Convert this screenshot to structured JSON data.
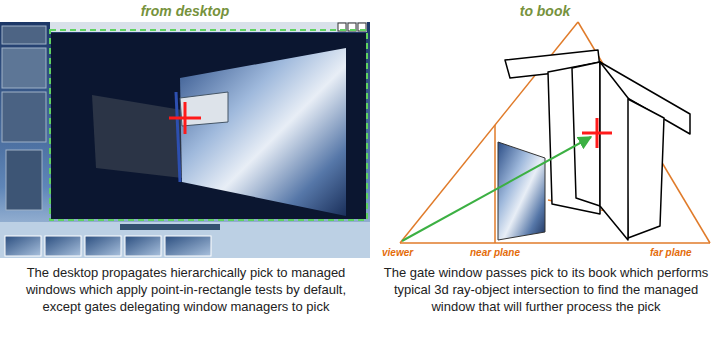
{
  "diagram": {
    "labels": [
      "from desktop",
      "to book",
      "viewer",
      "near plane",
      "far plane",
      "The desktop propagates hierarchically pick to managed windows which apply point-in-rectangle tests by default, except gates delegating window managers to pick",
      "The gate window passes pick to its book which performs typical 3d ray-object intersection to find the managed window that will further process the pick"
    ]
  }
}
